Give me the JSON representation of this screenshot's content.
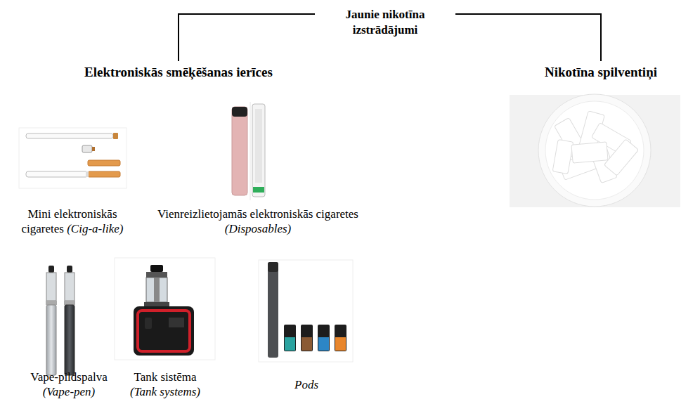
{
  "diagram": {
    "nodes": [
      {
        "text": [
          "Jaunie nikotīna izstrādājumi"
        ]
      },
      {
        "text": [
          "Elektroniskās smēķēšanas ierīces"
        ]
      },
      {
        "text": [
          "Nikotīna spilventiņi"
        ]
      }
    ],
    "edges": [
      {
        "from": 0,
        "to": 1,
        "arrow": "none"
      },
      {
        "from": 0,
        "to": 2,
        "arrow": "none"
      }
    ],
    "labels": [
      "Mini elektroniskās cigaretes",
      "(Cig-a-like)",
      "Vienreizlietojamās elektroniskās cigaretes",
      "(Disposables)",
      "Vape-pildspalva",
      "(Vape-pen)",
      "Tank sistēma",
      "(Tank systems)",
      "Pods"
    ]
  }
}
